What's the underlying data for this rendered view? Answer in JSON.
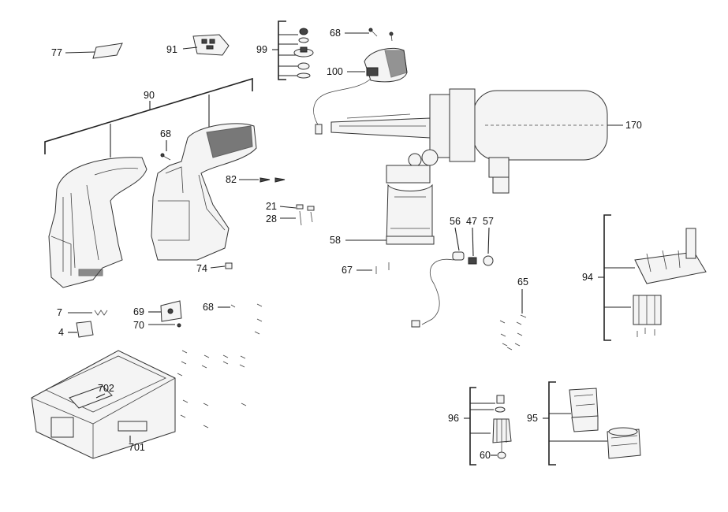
{
  "diagram": {
    "labels": {
      "p77": "77",
      "p91": "91",
      "p99": "99",
      "p68a": "68",
      "p100": "100",
      "p90": "90",
      "p68b": "68",
      "p170": "170",
      "p82": "82",
      "p21": "21",
      "p28": "28",
      "p58": "58",
      "p56": "56",
      "p47": "47",
      "p57": "57",
      "p74": "74",
      "p67": "67",
      "p94": "94",
      "p7": "7",
      "p69": "69",
      "p68c": "68",
      "p70": "70",
      "p65": "65",
      "p4": "4",
      "p702": "702",
      "p701": "701",
      "p96": "96",
      "p95": "95",
      "p60": "60"
    },
    "colors": {
      "line": "#222222",
      "part_fill": "#f4f4f4",
      "part_dark": "#444444"
    }
  }
}
